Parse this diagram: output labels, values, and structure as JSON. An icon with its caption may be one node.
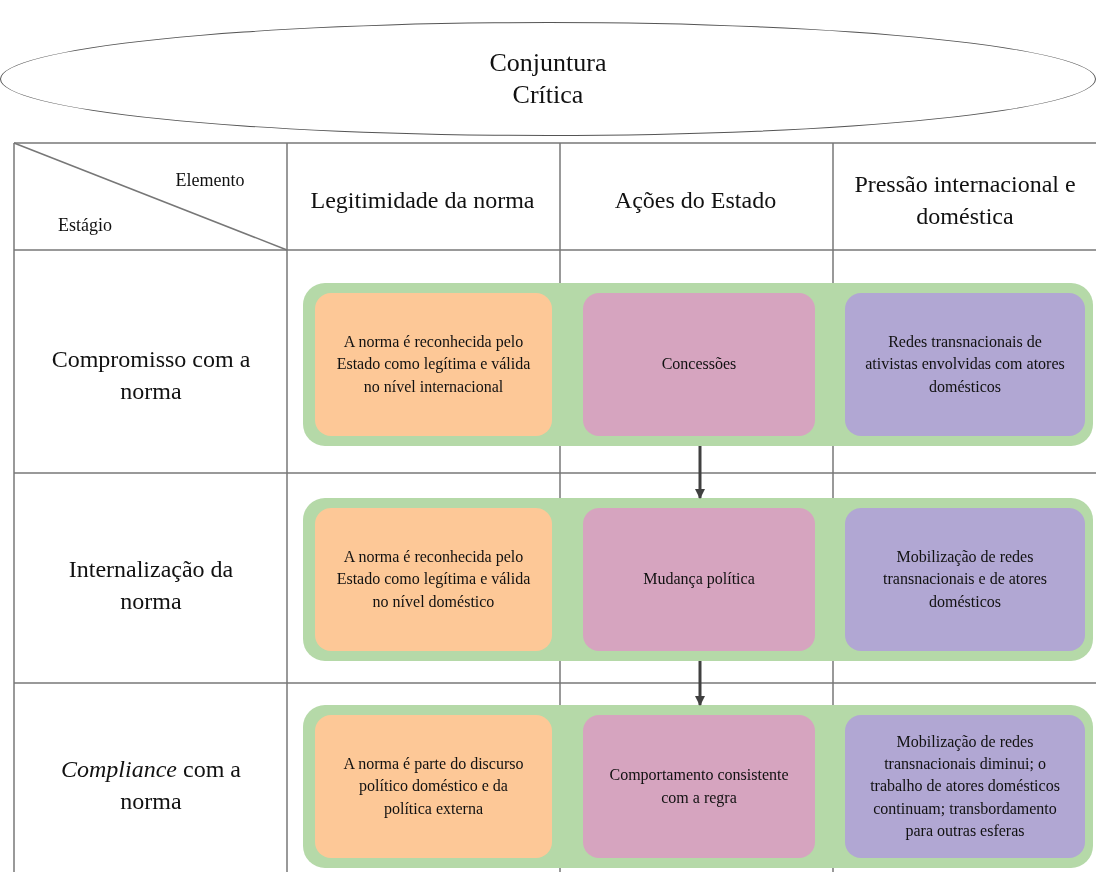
{
  "diagram": {
    "nodes": [
      {
        "text": [
          "Conjuntura Crítica"
        ]
      },
      {
        "text": [],
        "shape": "box"
      },
      {
        "text": [
          "A norma é reconhecida pelo Estado como legítima e válida no nível internacional"
        ],
        "in": 1
      },
      {
        "text": [
          "Concessões"
        ],
        "in": 1
      },
      {
        "text": [
          "Redes transnacionais de ativistas envolvidas com atores domésticos"
        ],
        "in": 1
      },
      {
        "text": [],
        "shape": "box"
      },
      {
        "text": [
          "A norma é reconhecida pelo Estado como legítima e válida no nível doméstico"
        ],
        "in": 5
      },
      {
        "text": [
          "Mudança política"
        ],
        "in": 5
      },
      {
        "text": [
          "Mobilização de redes transnacionais e de atores domésticos"
        ],
        "in": 5
      },
      {
        "text": [],
        "shape": "box"
      },
      {
        "text": [
          "A norma é parte do discurso político doméstico e da política externa"
        ],
        "in": 9
      },
      {
        "text": [
          "Comportamento consistente com a regra"
        ],
        "in": 9
      },
      {
        "text": [
          "Mobilização de redes transnacionais diminui; o trabalho de atores domésticos continuam; transbordamento para outras esferas"
        ],
        "in": 9
      }
    ],
    "edges": [
      {
        "from": 1,
        "to": 5,
        "arrow": "to"
      },
      {
        "from": 5,
        "to": 9,
        "arrow": "to"
      }
    ],
    "labels": [
      "Elemento",
      "Estágio",
      "Legitimidade da norma",
      "Ações do Estado",
      "Pressão internacional e doméstica",
      "Compromisso com a norma",
      "Internalização da norma",
      "*Compliance* com a norma"
    ]
  }
}
